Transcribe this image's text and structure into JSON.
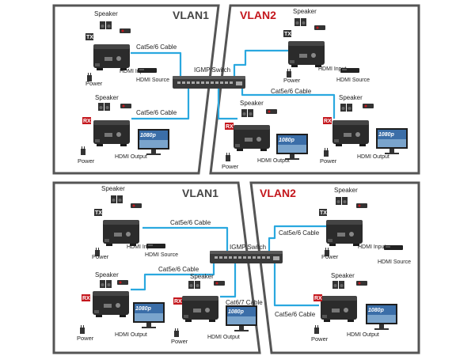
{
  "labels": {
    "vlan1": "VLAN1",
    "vlan2": "VLAN2",
    "switch": "IGMP Switch",
    "speaker": "Speaker",
    "power": "Power",
    "hdmi_input": "HDMI Input",
    "hdmi_output": "HDMI Output",
    "hdmi_source": "HDMI Source",
    "tx": "TX",
    "rx": "RX",
    "res": "1080p",
    "cat5": "Cat5e/6 Cable",
    "cat6": "Cat6/7 Cable"
  },
  "colors": {
    "frame": "#555555",
    "cable": "#2aa8df",
    "vlan2": "#c4161c",
    "badge": "#c4161c",
    "device": "#2b2b2b"
  }
}
